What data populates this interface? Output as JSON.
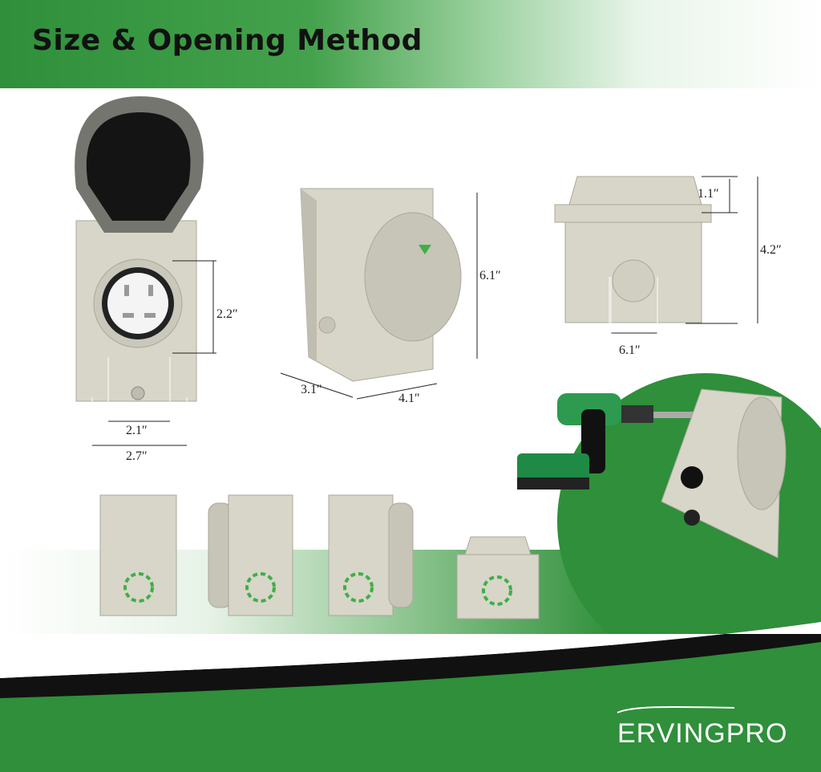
{
  "header": {
    "title": "Size & Opening Method"
  },
  "dimensions": {
    "front_height": "2.2″",
    "front_inner_width": "2.1″",
    "front_outer_width": "2.7″",
    "side_depth": "3.1″",
    "side_width": "4.1″",
    "side_height": "6.1″",
    "top_lid": "1.1″",
    "top_height": "4.2″",
    "top_knockout": "6.1″"
  },
  "brand": {
    "name": "ERVINGPRO"
  },
  "colors": {
    "accent_green": "#2f8f3a",
    "dark": "#111111",
    "box": "#d7d6c8"
  }
}
